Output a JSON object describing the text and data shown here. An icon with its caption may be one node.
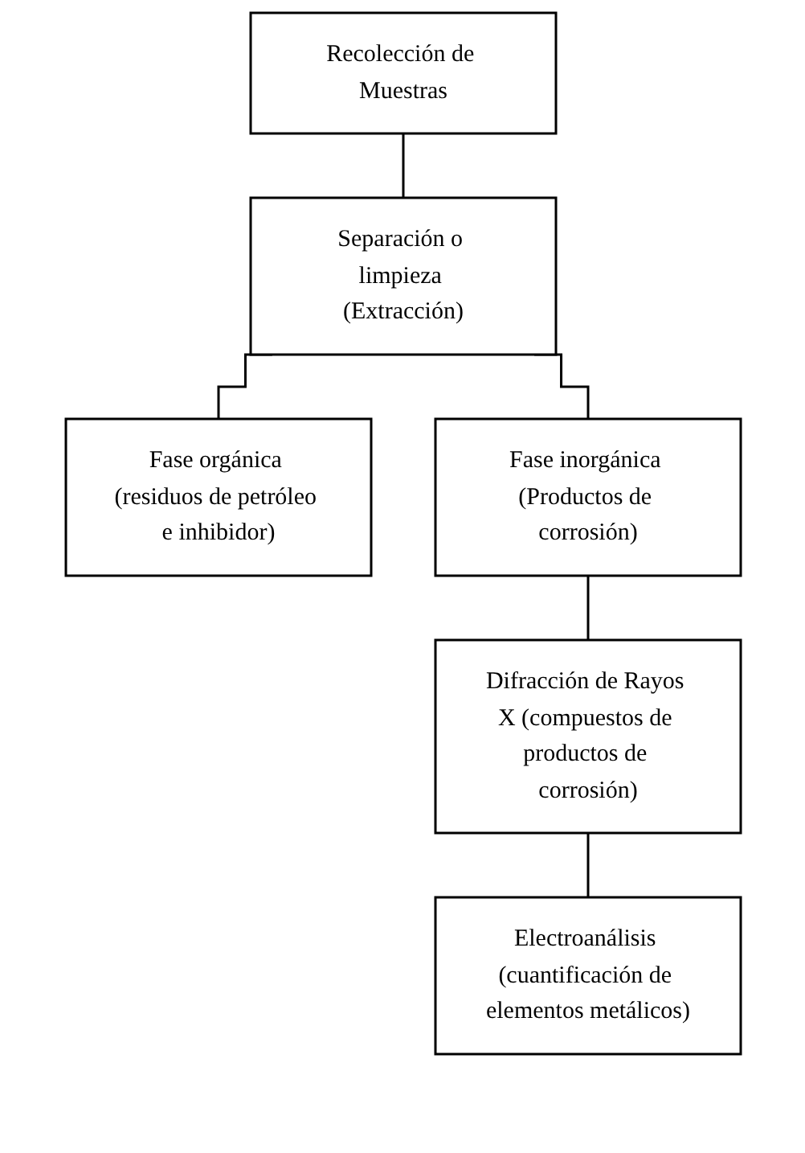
{
  "diagram": {
    "nodes": [
      {
        "text": [
          "Recolección de Muestras"
        ]
      },
      {
        "text": [
          "Separación o limpieza (Extracción)"
        ]
      },
      {
        "text": [
          "Fase orgánica (residuos de petróleo e inhibidor)"
        ]
      },
      {
        "text": [
          "Fase inorgánica (Productos de corrosión)"
        ]
      },
      {
        "text": [
          "Difracción de Rayos X (compuestos de productos de corrosión)"
        ]
      },
      {
        "text": [
          "Electroanálisis (cuantificación de elementos metálicos)"
        ]
      }
    ],
    "edges": [
      {
        "from": 0,
        "to": 1,
        "arrow": "none"
      },
      {
        "from": 1,
        "to": 2,
        "arrow": "none"
      },
      {
        "from": 1,
        "to": 3,
        "arrow": "none"
      },
      {
        "from": 3,
        "to": 4,
        "arrow": "none"
      },
      {
        "from": 4,
        "to": 5,
        "arrow": "none"
      }
    ]
  }
}
